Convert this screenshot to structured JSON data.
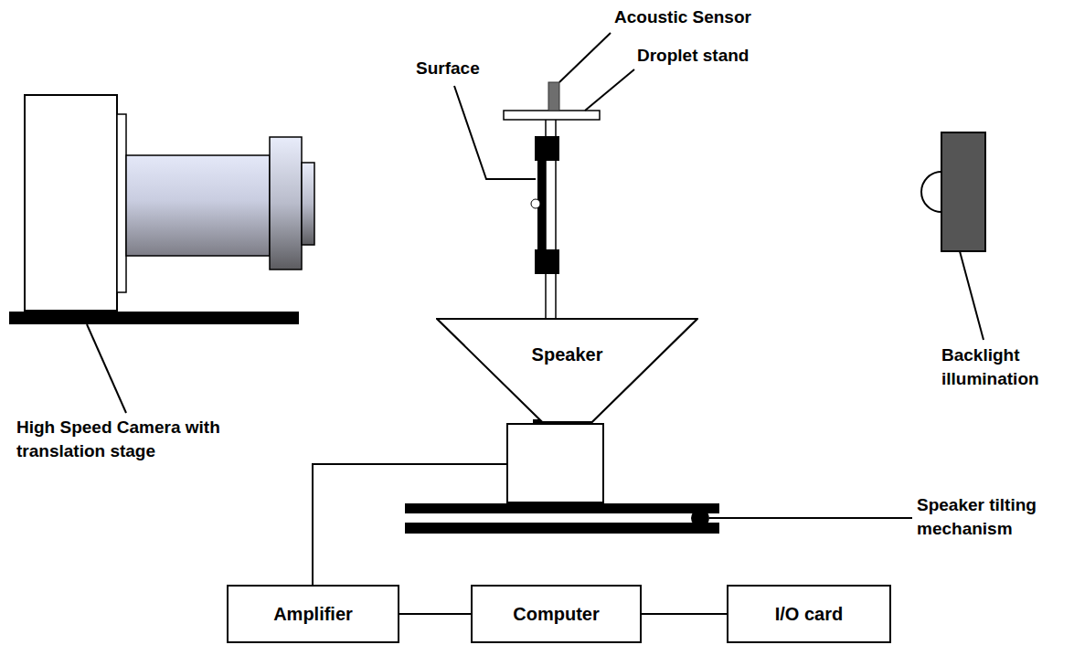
{
  "diagram": {
    "nodes": [
      {
        "text": [
          "Speaker"
        ]
      },
      {
        "text": [
          "Amplifier"
        ]
      },
      {
        "text": [
          "Computer"
        ]
      },
      {
        "text": [
          "I/O card"
        ]
      }
    ],
    "edges": [
      {
        "from": 1,
        "to": 2,
        "arrow": "none"
      },
      {
        "from": 2,
        "to": 3,
        "arrow": "none"
      }
    ],
    "labels": [
      "Acoustic Sensor",
      "Surface",
      "Droplet stand",
      "High Speed Camera with translation stage",
      "Backlight illumination",
      "Speaker tilting mechanism"
    ]
  }
}
